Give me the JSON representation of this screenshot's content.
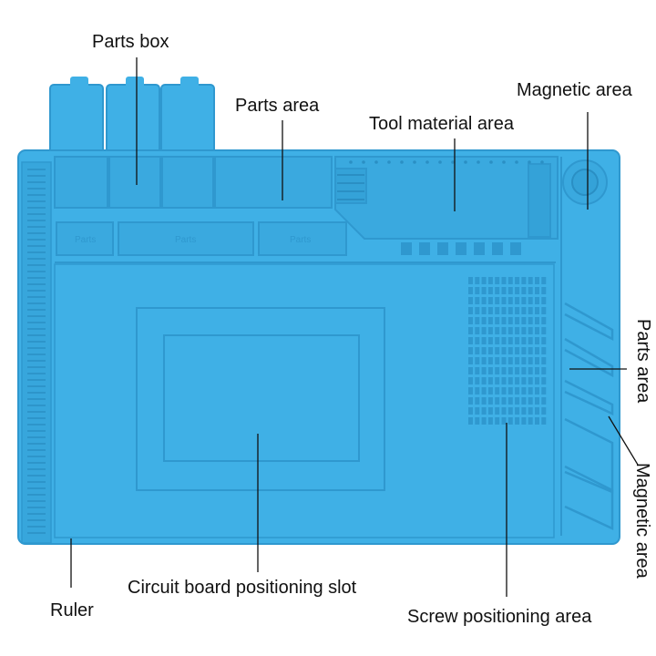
{
  "image": {
    "background": "#ffffff",
    "mat_color": "#3fb0e6",
    "mat_shade": "#2f98cf",
    "mat_light": "#57bdee",
    "line_color": "#111111"
  },
  "labels": {
    "parts_box": "Parts box",
    "parts_area_top": "Parts area",
    "tool_material_area": "Tool material area",
    "magnetic_area_top": "Magnetic area",
    "parts_area_right": "Parts area",
    "magnetic_area_right": "Magnetic area",
    "ruler": "Ruler",
    "circuit_board_slot": "Circuit board positioning slot",
    "screw_positioning_area": "Screw positioning area"
  },
  "mat_text": {
    "compartment_a": "Parts",
    "compartment_b": "Parts",
    "compartment_c": "Parts"
  }
}
